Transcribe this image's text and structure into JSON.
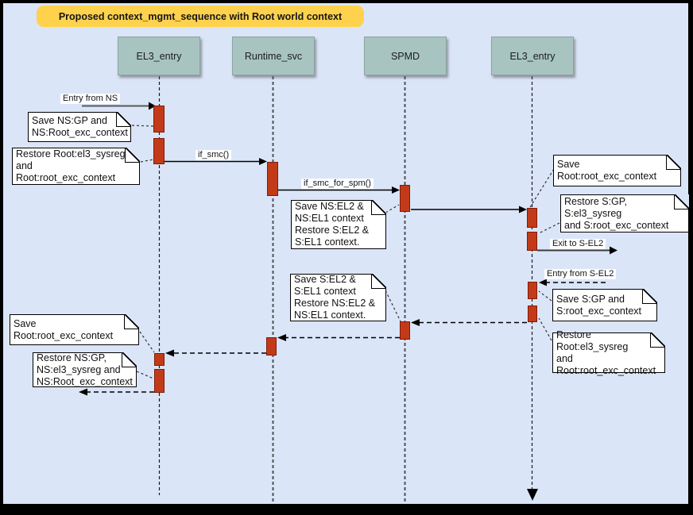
{
  "diagram": {
    "title": "Proposed context_mgmt_sequence with Root world context",
    "lifelines": [
      {
        "label": "EL3_entry"
      },
      {
        "label": "Runtime_svc"
      },
      {
        "label": "SPMD"
      },
      {
        "label": "EL3_entry"
      }
    ],
    "messages": [
      {
        "label": "Entry from NS"
      },
      {
        "label": "if_smc()"
      },
      {
        "label": "if_smc_for_spm()"
      },
      {
        "label": "Exit to S-EL2"
      },
      {
        "label": "Entry from S-EL2"
      }
    ],
    "notes": [
      {
        "text": "Save NS:GP and\nNS:Root_exc_context"
      },
      {
        "text": "Restore Root:el3_sysreg\nand\nRoot:root_exc_context"
      },
      {
        "text": "Save NS:EL2 &\nNS:EL1 context\nRestore S:EL2 &\nS:EL1 context."
      },
      {
        "text": "Save Root:root_exc_context"
      },
      {
        "text": "Restore S:GP, S:el3_sysreg\nand S:root_exc_context"
      },
      {
        "text": "Save S:GP and\nS:root_exc_context"
      },
      {
        "text": "Restore Root:el3_sysreg\nand\nRoot:root_exc_context"
      },
      {
        "text": "Save S:EL2 &\nS:EL1 context\nRestore NS:EL2 &\nNS:EL1 context."
      },
      {
        "text": "Save Root:root_exc_context"
      },
      {
        "text": "Restore NS:GP,\nNS:el3_sysreg and\nNS:Root_exc_context"
      }
    ],
    "colors": {
      "background": "#dbe5f8",
      "title_bg": "#ffd24d",
      "lifeline_header_bg": "#a7c4c1",
      "activation_fill": "#c33a18",
      "activation_border": "#801c08",
      "note_bg": "#ffffff"
    }
  }
}
